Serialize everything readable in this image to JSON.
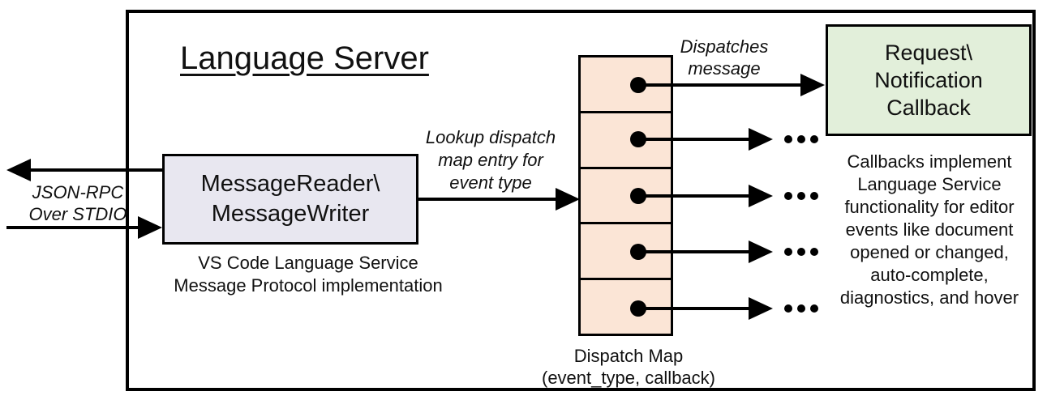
{
  "diagram": {
    "title": "Language Server",
    "nodes": {
      "message_reader": {
        "label_line1": "MessageReader\\",
        "label_line2": "MessageWriter",
        "caption_line1": "VS Code Language Service",
        "caption_line2": "Message Protocol implementation"
      },
      "dispatch_map": {
        "slot_count": 5,
        "caption_line1": "Dispatch Map",
        "caption_line2": "(event_type, callback)"
      },
      "callback": {
        "label_line1": "Request\\",
        "label_line2": "Notification",
        "label_line3": "Callback",
        "description_lines": [
          "Callbacks implement",
          "Language Service",
          "functionality for editor",
          "events like document",
          "opened or changed,",
          "auto-complete,",
          "diagnostics, and hover"
        ]
      }
    },
    "annotations": {
      "json_rpc_line1": "JSON-RPC",
      "json_rpc_line2": "Over STDIO",
      "lookup_line1": "Lookup dispatch",
      "lookup_line2": "map entry for",
      "lookup_line3": "event type",
      "dispatches_line1": "Dispatches",
      "dispatches_line2": "message"
    },
    "colors": {
      "border": "#000000",
      "message_reader_fill": "#e8e7f0",
      "dispatch_map_fill": "#fbe5d6",
      "callback_fill": "#e2efda",
      "background": "#ffffff"
    }
  }
}
